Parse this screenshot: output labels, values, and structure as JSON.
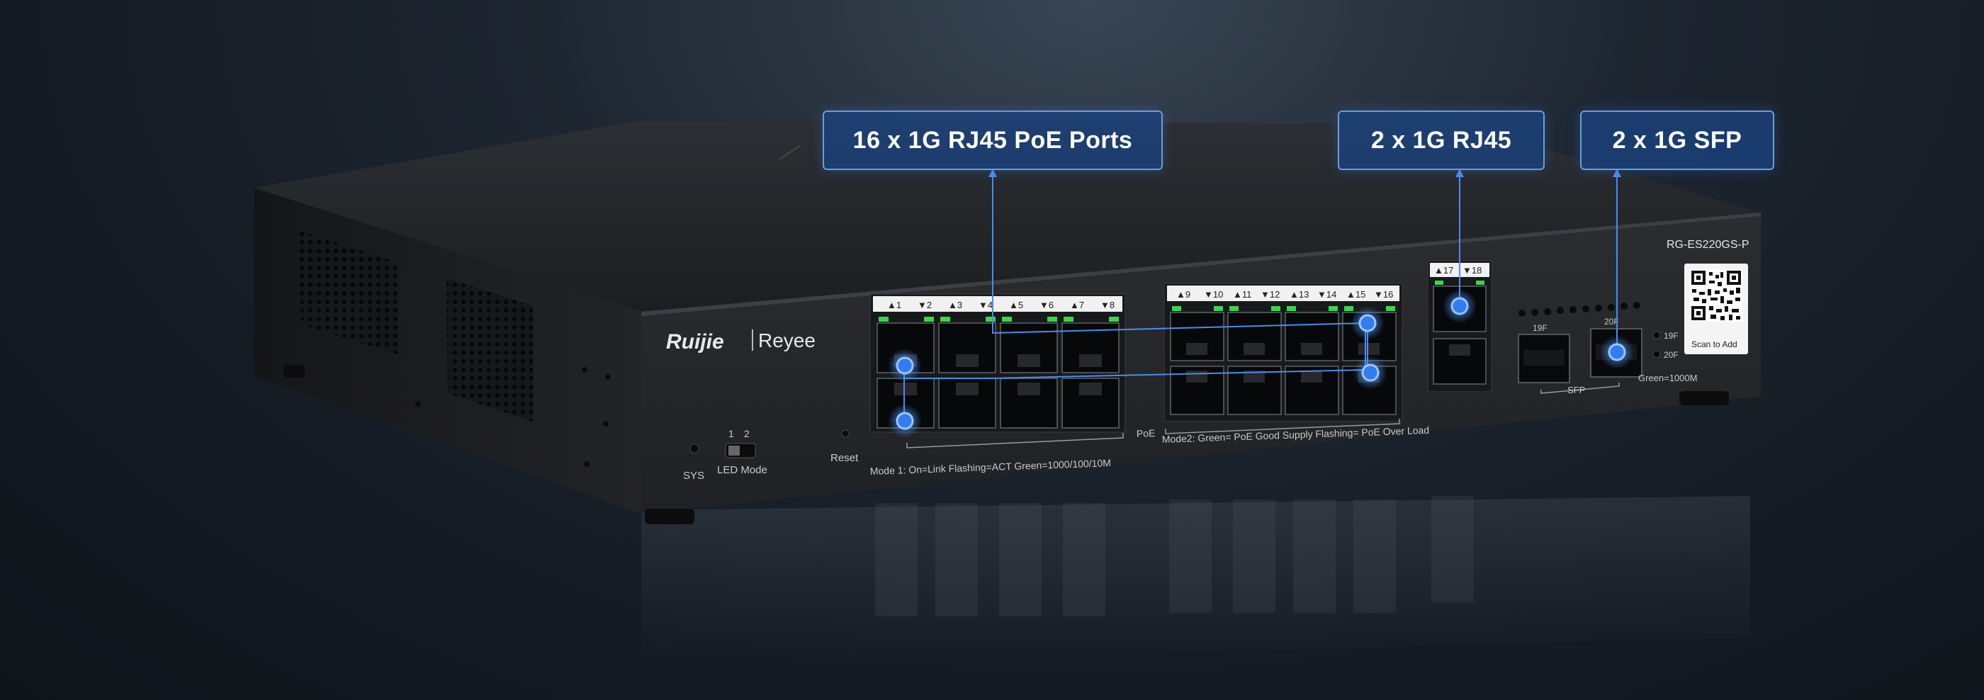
{
  "callouts": {
    "poe_ports": "16 x 1G RJ45 PoE Ports",
    "rj45": "2 x 1G RJ45",
    "sfp": "2 x 1G SFP"
  },
  "device": {
    "brand": "Ruijie",
    "sub_brand": "Reyee",
    "model": "RG-ES220GS-P",
    "qr_caption": "Scan to Add",
    "sys_label": "SYS",
    "led_mode_label": "LED Mode",
    "switch_positions": [
      "1",
      "2"
    ],
    "reset_label": "Reset",
    "poe_label": "PoE",
    "mode1_legend": "Mode 1:  On=Link  Flashing=ACT  Green=1000/100/10M",
    "mode2_legend": "Mode2:  Green= PoE Good Supply  Flashing= PoE Over Load",
    "group1_ports": [
      "▲1",
      "▼2",
      "▲3",
      "▼4",
      "▲5",
      "▼6",
      "▲7",
      "▼8"
    ],
    "group2_ports": [
      "▲9",
      "▼10",
      "▲11",
      "▼12",
      "▲13",
      "▼14",
      "▲15",
      "▼16"
    ],
    "uplink_ports": [
      "▲17",
      "▼18"
    ],
    "sfp_port_labels": [
      "19F",
      "20F"
    ],
    "sfp_label": "SFP",
    "sfp_led_labels": [
      "19F",
      "20F"
    ],
    "sfp_speed_legend": "Green=1000M"
  },
  "colors": {
    "accent_dot": "#2f7df0",
    "callout_fill": "#1a4280",
    "led_green": "#3fd44a",
    "chassis": "#2a2c2f"
  }
}
